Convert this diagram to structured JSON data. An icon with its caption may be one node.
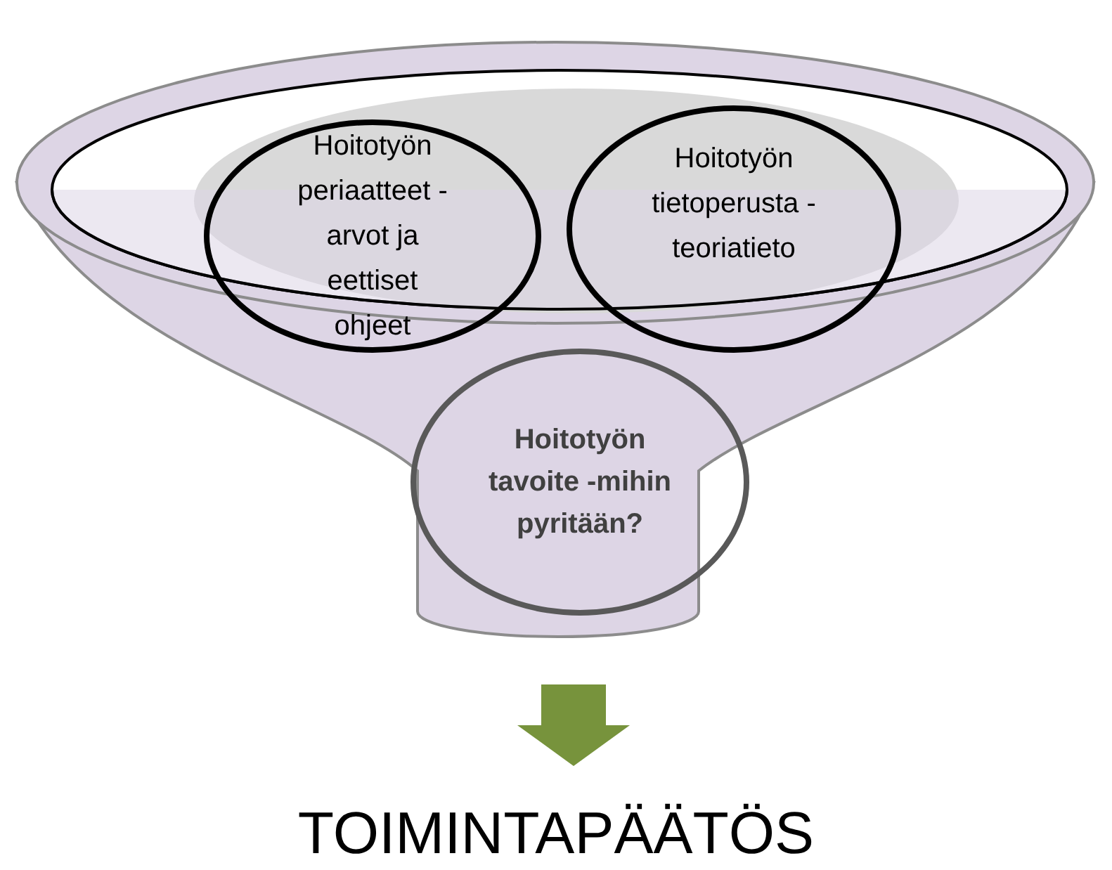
{
  "diagram": {
    "nodes": [
      {
        "text": [],
        "shape": "funnel"
      },
      {
        "text": [
          "Hoitotyön periaatteet - arvot ja eettiset ohjeet"
        ]
      },
      {
        "text": [
          "Hoitotyön tietoperusta - teoriatieto"
        ]
      },
      {
        "text": [
          "Hoitotyön tavoite -mihin pyritään?"
        ],
        "in": 0
      },
      {
        "text": [
          "TOIMINTAPÄÄTÖS"
        ]
      }
    ],
    "edges": [
      {
        "from": 0,
        "to": 4,
        "arrow": "to",
        "style": "thick",
        "color": "#77933c"
      }
    ]
  }
}
